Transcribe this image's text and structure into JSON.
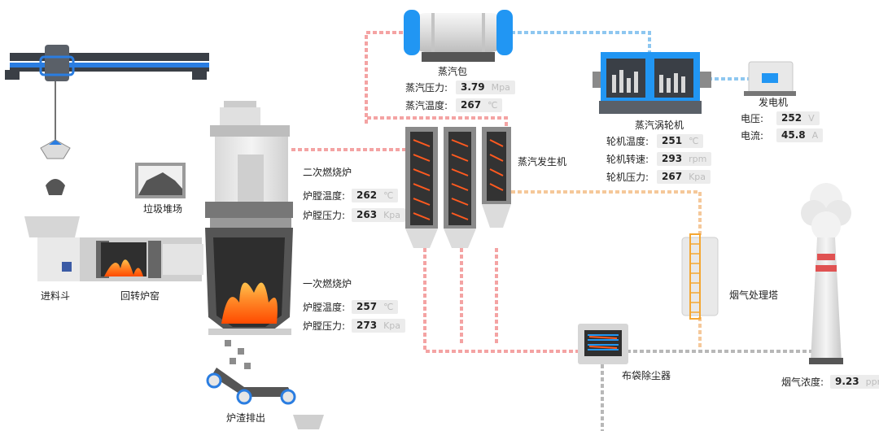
{
  "colors": {
    "steam_pipe": "#f4a3a3",
    "water_pipe": "#8ec7f0",
    "gas_pipe": "#f5c89a",
    "ash_pipe": "#b8b8b8",
    "flame": "#ff6a1a",
    "accent_blue": "#2196f3"
  },
  "labels": {
    "steam_drum": "蒸汽包",
    "steam_turbine": "蒸汽涡轮机",
    "generator": "发电机",
    "steam_generator": "蒸汽发生机",
    "secondary_furnace": "二次燃烧炉",
    "primary_furnace": "一次燃烧炉",
    "garbage_pile": "垃圾堆场",
    "feed_hopper": "进料斗",
    "rotary_kiln": "回转炉窑",
    "flue_gas_tower": "烟气处理塔",
    "bag_filter": "布袋除尘器",
    "slag_discharge": "炉渣排出"
  },
  "readouts": {
    "drum_pressure": {
      "label": "蒸汽压力:",
      "value": "3.79",
      "unit": "Mpa"
    },
    "drum_temp": {
      "label": "蒸汽温度:",
      "value": "267",
      "unit": "℃"
    },
    "turbine_temp": {
      "label": "轮机温度:",
      "value": "251",
      "unit": "℃"
    },
    "turbine_speed": {
      "label": "轮机转速:",
      "value": "293",
      "unit": "rpm"
    },
    "turbine_pressure": {
      "label": "轮机压力:",
      "value": "267",
      "unit": "Kpa"
    },
    "gen_voltage": {
      "label": "电压:",
      "value": "252",
      "unit": "V"
    },
    "gen_current": {
      "label": "电流:",
      "value": "45.8",
      "unit": "A"
    },
    "sec_temp": {
      "label": "炉膛温度:",
      "value": "262",
      "unit": "℃"
    },
    "sec_pressure": {
      "label": "炉膛压力:",
      "value": "263",
      "unit": "Kpa"
    },
    "pri_temp": {
      "label": "炉膛温度:",
      "value": "257",
      "unit": "℃"
    },
    "pri_pressure": {
      "label": "炉膛压力:",
      "value": "273",
      "unit": "Kpa"
    },
    "flue_conc": {
      "label": "烟气浓度:",
      "value": "9.23",
      "unit": "ppm"
    }
  }
}
